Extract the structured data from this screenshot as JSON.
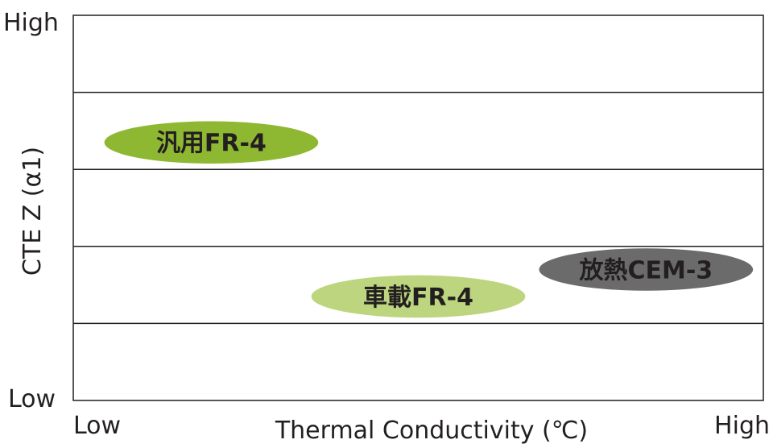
{
  "chart_data": {
    "type": "scatter",
    "title": "",
    "xlabel": "Thermal Conductivity (℃)",
    "ylabel": "CTE Z (α1)",
    "x_ticks": {
      "low": "Low",
      "high": "High"
    },
    "y_ticks": {
      "low": "Low",
      "high": "High"
    },
    "xlim": [
      0,
      1
    ],
    "ylim": [
      0,
      1
    ],
    "grid": "horizontal",
    "grid_lines": 4,
    "points": [
      {
        "label": "汎用FR-4",
        "x": 0.2,
        "y": 0.67,
        "rx": 0.155,
        "ry": 0.11,
        "color": "#8fb832",
        "text_color": "#ffffff"
      },
      {
        "label": "車載FR-4",
        "x": 0.5,
        "y": 0.27,
        "rx": 0.155,
        "ry": 0.11,
        "color": "#bcd57e",
        "text_color": "#231f20"
      },
      {
        "label": "放熱CEM-3",
        "x": 0.83,
        "y": 0.34,
        "rx": 0.155,
        "ry": 0.11,
        "color": "#6b6b6b",
        "text_color": "#ffffff"
      }
    ]
  }
}
